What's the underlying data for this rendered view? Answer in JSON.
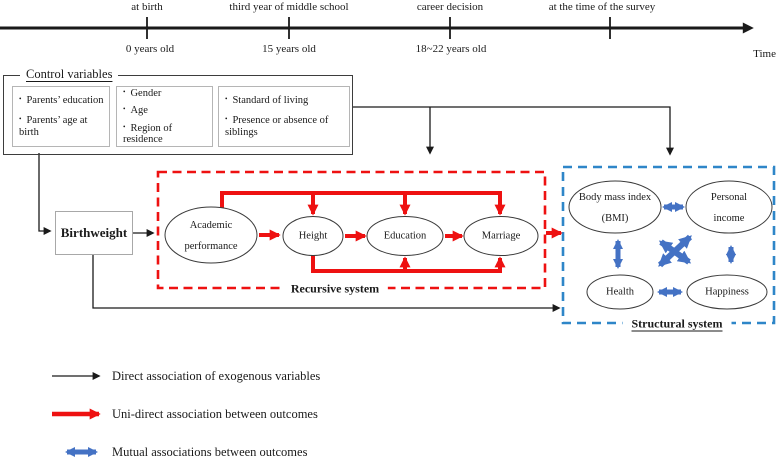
{
  "timeline": {
    "time_label": "Time",
    "ticks": [
      {
        "event": "at birth",
        "age": "0 years old"
      },
      {
        "event": "third year of middle school",
        "age": "15 years old"
      },
      {
        "event": "career decision",
        "age": "18~22 years old"
      },
      {
        "event": "at the time of the survey",
        "age": ""
      }
    ]
  },
  "control_variables": {
    "title": "Control variables",
    "groups": [
      {
        "items": [
          "Parents’ education",
          "Parents’ age at birth"
        ]
      },
      {
        "items": [
          "Gender",
          "Age",
          "Region of residence"
        ]
      },
      {
        "items": [
          "Standard of living",
          "Presence or absence of siblings"
        ]
      }
    ]
  },
  "exogenous": {
    "birthweight": "Birthweight"
  },
  "recursive_system": {
    "label": "Recursive system",
    "nodes": [
      "Academic performance",
      "Height",
      "Education",
      "Marriage"
    ]
  },
  "structural_system": {
    "label": "Structural system",
    "nodes": [
      "Body mass index (BMI)",
      "Personal income",
      "Health",
      "Happiness"
    ]
  },
  "legend": {
    "items": [
      "Direct association of exogenous variables",
      "Uni-direct association between outcomes",
      "Mutual associations between outcomes"
    ]
  },
  "colors": {
    "uni_direct_red": "#ee1111",
    "mutual_blue": "#4472c4",
    "structural_border_blue": "#2e86c8",
    "line_black": "#1a1a1a"
  }
}
